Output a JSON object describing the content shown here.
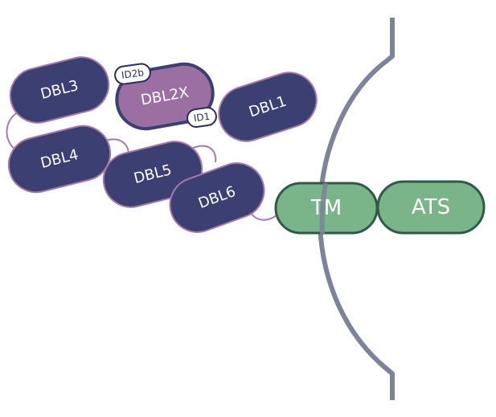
{
  "colors": {
    "dbl_fill": "#3b3f72",
    "dbl_stroke": "#a47aa8",
    "dbl2x_fill": "#9b6fa2",
    "dbl2x_stroke": "#3b3f72",
    "green_fill": "#7ab489",
    "green_stroke": "#2f5a48",
    "membrane": "#7d839b",
    "linker": "#a47aa8"
  },
  "domains": {
    "dbl3": "DBL3",
    "dbl2x": "DBL2X",
    "dbl1": "DBL1",
    "dbl4": "DBL4",
    "dbl5": "DBL5",
    "dbl6": "DBL6",
    "tm": "TM",
    "ats": "ATS"
  },
  "interdomains": {
    "id2b": "ID2b",
    "id1": "ID1"
  }
}
